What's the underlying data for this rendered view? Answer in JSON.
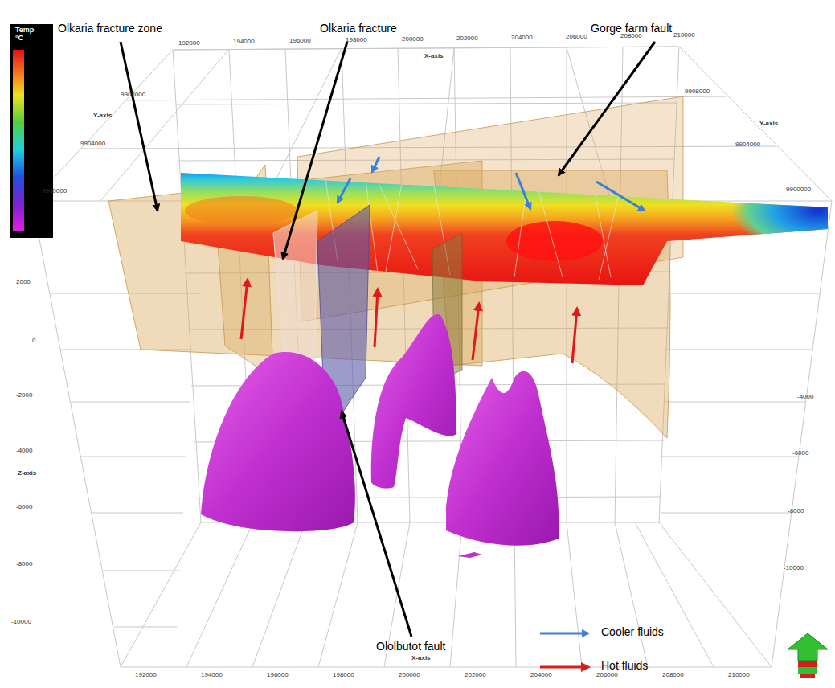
{
  "diagram": {
    "labels": [
      "Olkaria fracture zone",
      "Olkaria fracture",
      "Gorge farm fault",
      "Ololbutot fault",
      "Temp °C",
      "X-axis",
      "X-axis",
      "Y-axis",
      "Y-axis",
      "Z-axis",
      "192000",
      "194000",
      "196000",
      "198000",
      "200000",
      "202000",
      "204000",
      "206000",
      "208000",
      "210000",
      "192000",
      "194000",
      "196000",
      "198000",
      "200000",
      "202000",
      "204000",
      "206000",
      "208000",
      "210000",
      "9908000",
      "9904000",
      "9900000",
      "9908000",
      "9904000",
      "9900000",
      "2000",
      "0",
      "-2000",
      "-4000",
      "-6000",
      "-8000",
      "-10000",
      "-4000",
      "-6000",
      "-8000",
      "-10000"
    ],
    "legend": [
      {
        "text": "Cooler fluids"
      },
      {
        "text": "Hot fluids"
      }
    ]
  }
}
